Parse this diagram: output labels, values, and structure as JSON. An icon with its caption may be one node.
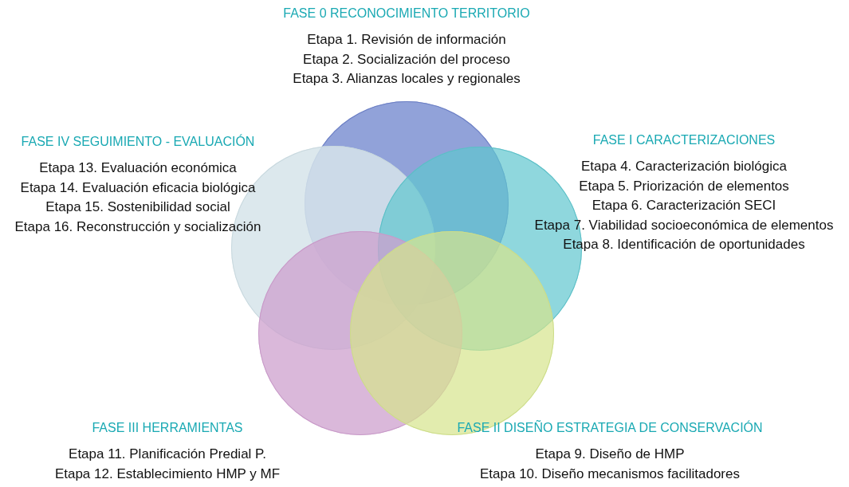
{
  "diagram": {
    "nodes": [
      {
        "text": [],
        "shape": "circle",
        "beside": [
          "FASE 0 RECONOCIMIENTO TERRITORIO",
          "Etapa 1. Revisión de información",
          "Etapa 2. Socialización del proceso",
          "Etapa 3. Alianzas locales y regionales"
        ]
      },
      {
        "text": [],
        "shape": "circle",
        "beside": [
          "FASE IV SEGUIMIENTO - EVALUACIÓN",
          "Etapa 13. Evaluación económica",
          "Etapa 14. Evaluación eficacia biológica",
          "Etapa 15. Sostenibilidad social",
          "Etapa 16. Reconstrucción y socialización"
        ]
      },
      {
        "text": [],
        "shape": "circle",
        "beside": [
          "FASE I CARACTERIZACIONES",
          "Etapa 4. Caracterización biológica",
          "Etapa 5. Priorización de elementos",
          "Etapa 6. Caracterización SECI",
          "Etapa 7. Viabilidad socioeconómica de elementos",
          "Etapa 8. Identificación de oportunidades"
        ]
      },
      {
        "text": [],
        "shape": "circle",
        "beside": [
          "FASE III HERRAMIENTAS",
          "Etapa 11. Planificación Predial P.",
          "Etapa 12. Establecimiento HMP y MF"
        ]
      },
      {
        "text": [],
        "shape": "circle",
        "beside": [
          "FASE II DISEÑO ESTRATEGIA DE CONSERVACIÓN",
          "Etapa 9. Diseño de HMP",
          "Etapa 10. Diseño mecanismos facilitadores"
        ]
      }
    ],
    "edges": []
  }
}
